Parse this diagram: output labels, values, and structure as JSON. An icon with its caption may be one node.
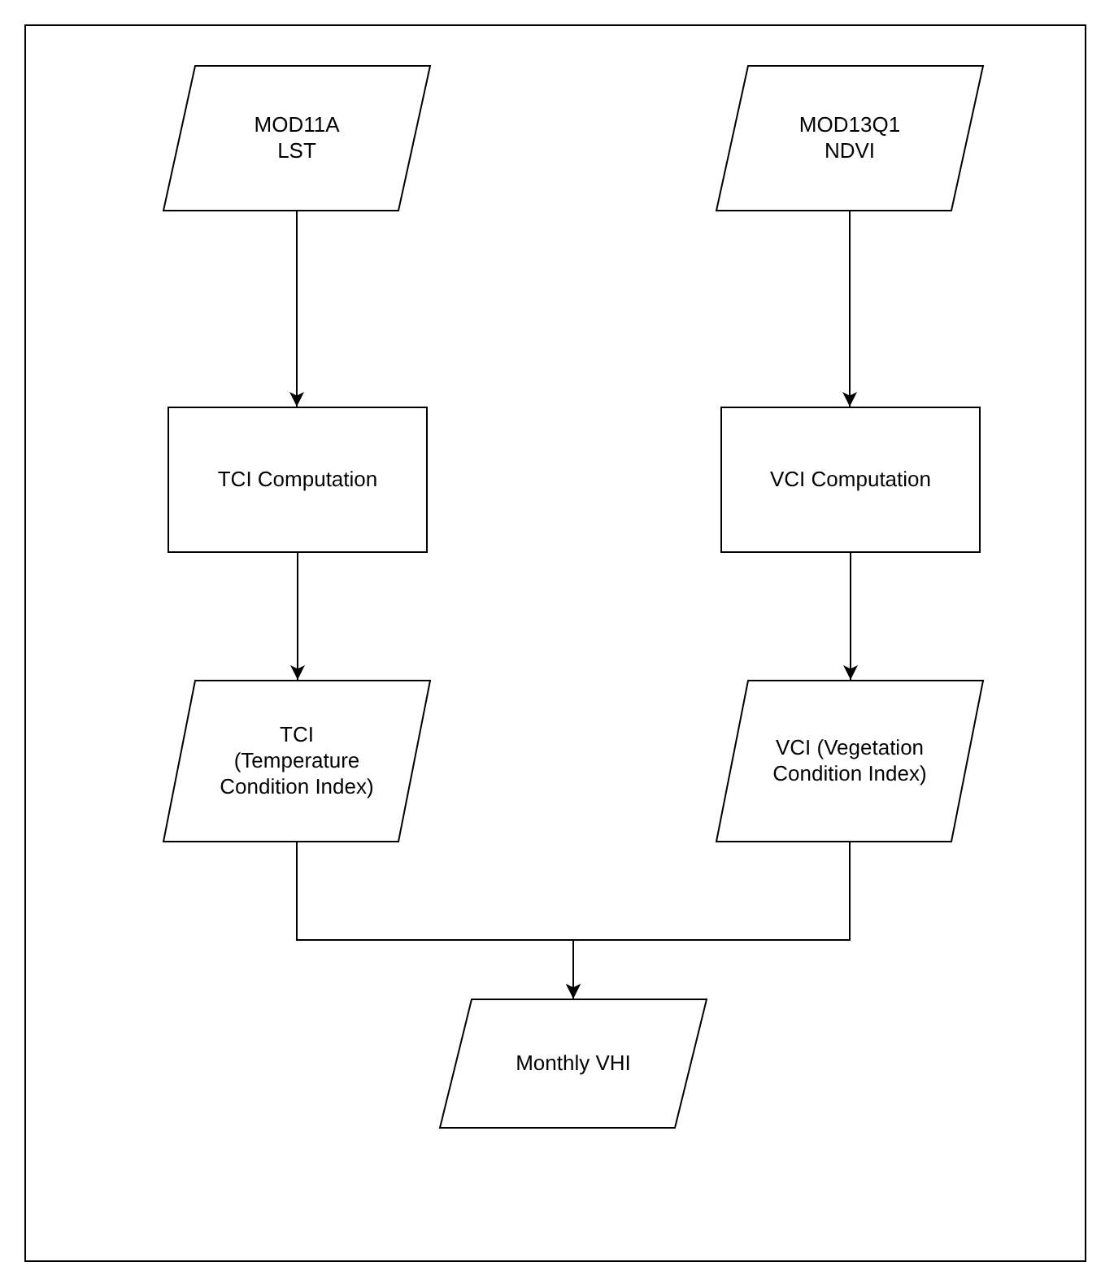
{
  "diagram": {
    "nodes": [
      {
        "text": [
          "MOD11A LST"
        ]
      },
      {
        "text": [
          "MOD13Q1 NDVI"
        ]
      },
      {
        "text": [
          "TCI Computation"
        ]
      },
      {
        "text": [
          "VCI Computation"
        ]
      },
      {
        "text": [
          "TCI (Temperature Condition Index)"
        ]
      },
      {
        "text": [
          "VCI (Vegetation Condition Index)"
        ]
      },
      {
        "text": [
          "Monthly VHI"
        ]
      }
    ],
    "edges": [
      {
        "from": 0,
        "to": 2,
        "arrow": "to"
      },
      {
        "from": 1,
        "to": 3,
        "arrow": "to"
      },
      {
        "from": 2,
        "to": 4,
        "arrow": "to"
      },
      {
        "from": 3,
        "to": 5,
        "arrow": "to"
      },
      {
        "from": 4,
        "to": 6,
        "arrow": "to"
      },
      {
        "from": 5,
        "to": 6,
        "arrow": "to"
      }
    ]
  }
}
